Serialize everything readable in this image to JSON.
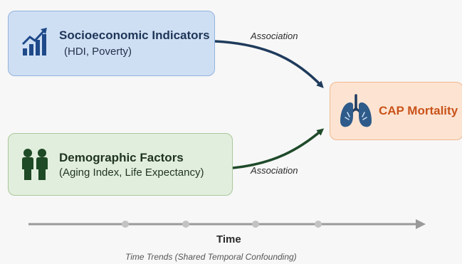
{
  "nodes": {
    "socioeconomic": {
      "title": "Socioeconomic Indicators",
      "subtitle": "(HDI, Poverty)",
      "icon": "bar-chart-trend-icon",
      "color": "#cfdff3"
    },
    "demographic": {
      "title": "Demographic Factors",
      "subtitle": "(Aging Index, Life Expectancy)",
      "icon": "people-icon",
      "color": "#e2eedd"
    },
    "outcome": {
      "title": "CAP Mortality",
      "icon": "lungs-icon",
      "color": "#fde4d2"
    }
  },
  "edges": [
    {
      "from": "socioeconomic",
      "to": "outcome",
      "label": "Association"
    },
    {
      "from": "demographic",
      "to": "outcome",
      "label": "Association"
    }
  ],
  "timeline": {
    "label": "Time",
    "caption": "Time Trends (Shared Temporal Confounding)"
  },
  "colors": {
    "arrow_top": "#1f3b5c",
    "arrow_bottom": "#1f4a2a",
    "timeline": "#9a9a9a"
  }
}
